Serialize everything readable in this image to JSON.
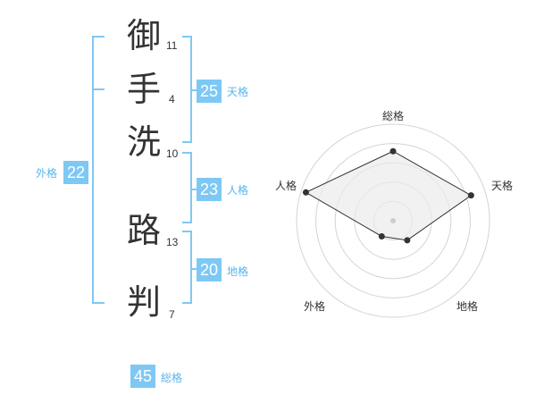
{
  "name": {
    "chars": [
      {
        "char": "御",
        "strokes": "11"
      },
      {
        "char": "手",
        "strokes": "4"
      },
      {
        "char": "洗",
        "strokes": "10"
      },
      {
        "char": "路",
        "strokes": "13"
      },
      {
        "char": "判",
        "strokes": "7"
      }
    ]
  },
  "kaku": {
    "gaikaku": {
      "value": "22",
      "label": "外格"
    },
    "tenkaku": {
      "value": "25",
      "label": "天格"
    },
    "jinkaku": {
      "value": "23",
      "label": "人格"
    },
    "chikaku": {
      "value": "20",
      "label": "地格"
    },
    "soukaku": {
      "value": "45",
      "label": "総格"
    }
  },
  "radar": {
    "labels": {
      "top": "総格",
      "right": "天格",
      "bottom_right": "地格",
      "bottom_left": "外格",
      "left": "人格"
    },
    "scores": {
      "soukaku": 0.72,
      "tenkaku": 0.85,
      "chikaku": 0.25,
      "gaikaku": 0.2,
      "jinkaku": 0.95
    }
  },
  "colors": {
    "accent": "#7ec8f5",
    "label_text": "#5ab4ec",
    "radar_fill": "#ebebeb",
    "radar_line": "#333333"
  }
}
